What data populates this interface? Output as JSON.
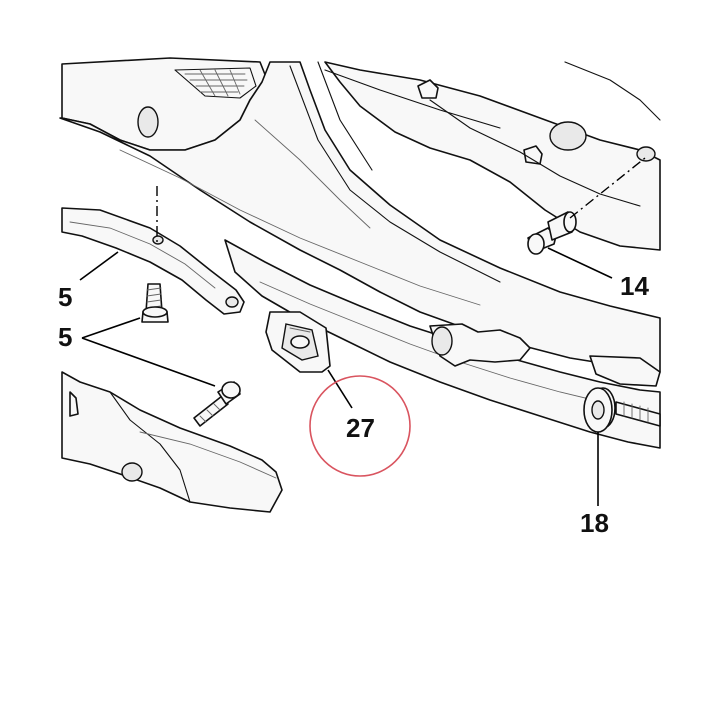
{
  "diagram": {
    "callouts": {
      "c5_upper": "5",
      "c5_lower": "5",
      "c14": "14",
      "c18": "18",
      "c27": "27"
    },
    "highlighted_callout": "27",
    "highlight_color": "#d9545f",
    "line_color": "#111111",
    "background": "#ffffff"
  }
}
